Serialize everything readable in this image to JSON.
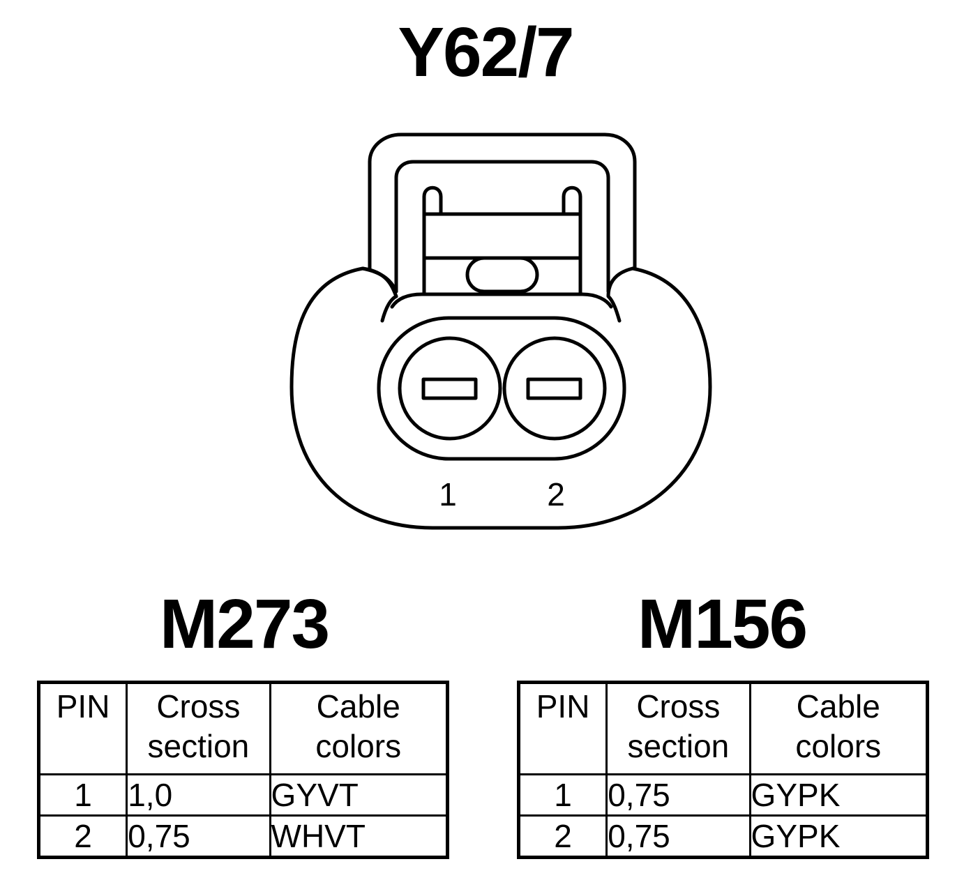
{
  "title": "Y62/7",
  "connector": {
    "pin_labels": [
      "1",
      "2"
    ]
  },
  "tables": [
    {
      "engine": "M273",
      "headers": {
        "pin": "PIN",
        "cross_1": "Cross",
        "cross_2": "section",
        "color_1": "Cable",
        "color_2": "colors"
      },
      "rows": [
        {
          "pin": "1",
          "cross": "1,0",
          "color": "GYVT"
        },
        {
          "pin": "2",
          "cross": "0,75",
          "color": "WHVT"
        }
      ]
    },
    {
      "engine": "M156",
      "headers": {
        "pin": "PIN",
        "cross_1": "Cross",
        "cross_2": "section",
        "color_1": "Cable",
        "color_2": "colors"
      },
      "rows": [
        {
          "pin": "1",
          "cross": "0,75",
          "color": "GYPK"
        },
        {
          "pin": "2",
          "cross": "0,75",
          "color": "GYPK"
        }
      ]
    }
  ]
}
